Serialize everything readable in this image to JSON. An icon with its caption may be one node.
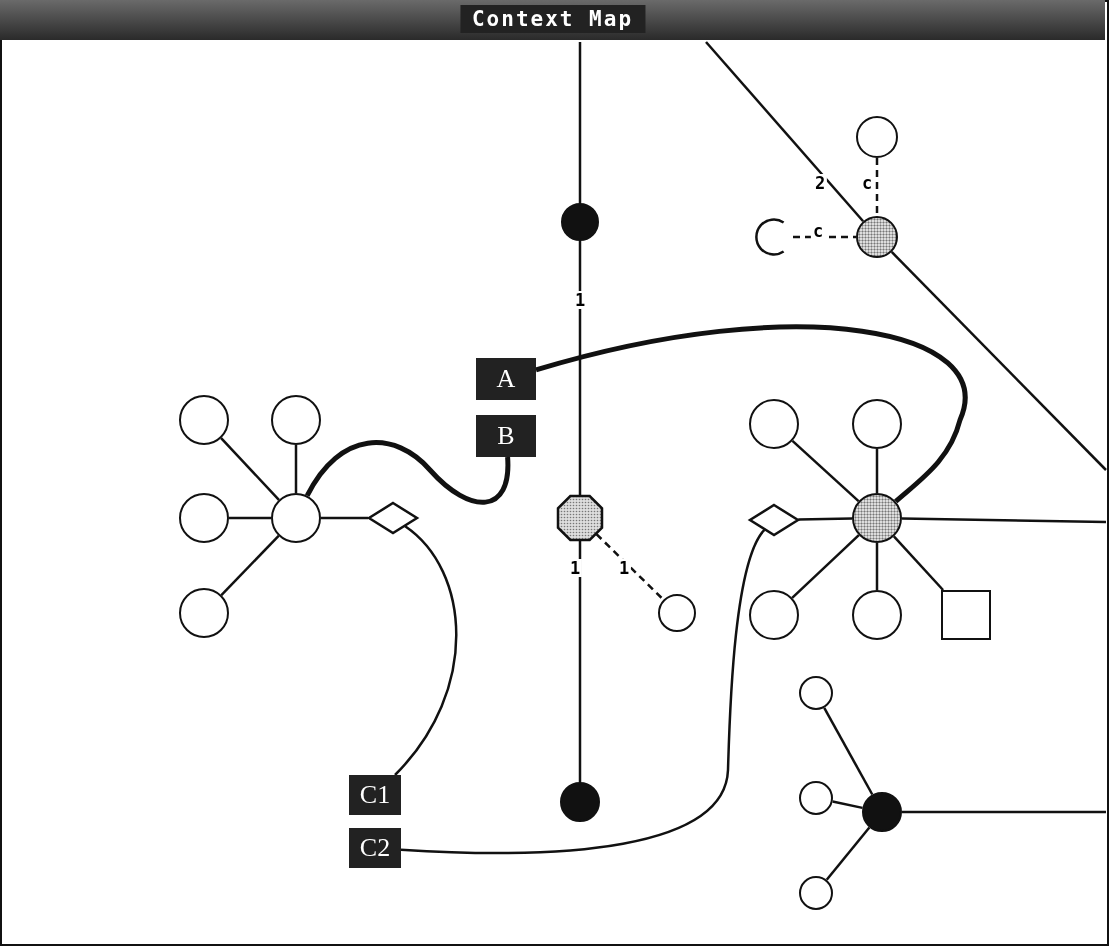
{
  "diagram": {
    "title": "Context Map",
    "nodes": [
      {
        "text": [],
        "shape": "circle"
      },
      {
        "text": [],
        "shape": "octagon"
      },
      {
        "text": [],
        "shape": "circle"
      },
      {
        "text": [],
        "shape": "circle"
      },
      {
        "text": [],
        "shape": "circle"
      },
      {
        "text": [],
        "shape": "circle"
      },
      {
        "text": [],
        "shape": "arc"
      },
      {
        "text": [],
        "shape": "circle"
      },
      {
        "text": [],
        "shape": "circle"
      },
      {
        "text": [],
        "shape": "circle"
      },
      {
        "text": [],
        "shape": "circle"
      },
      {
        "text": [],
        "shape": "circle"
      },
      {
        "text": [],
        "shape": "diamond"
      },
      {
        "text": [
          "A"
        ]
      },
      {
        "text": [
          "B"
        ]
      },
      {
        "text": [],
        "shape": "circle"
      },
      {
        "text": [],
        "shape": "circle"
      },
      {
        "text": [],
        "shape": "circle"
      },
      {
        "text": [],
        "shape": "diamond"
      },
      {
        "text": [],
        "shape": "circle"
      },
      {
        "text": [],
        "shape": "circle"
      },
      {
        "text": [],
        "shape": "box"
      },
      {
        "text": [],
        "shape": "circle"
      },
      {
        "text": [],
        "shape": "circle"
      },
      {
        "text": [],
        "shape": "circle"
      },
      {
        "text": [],
        "shape": "circle"
      },
      {
        "text": [
          "C1"
        ]
      },
      {
        "text": [
          "C2"
        ]
      }
    ],
    "edges": [
      {
        "from": null,
        "to": 0,
        "arrow": "none"
      },
      {
        "from": null,
        "to": 4,
        "arrow": "none",
        "label": "2"
      },
      {
        "from": 5,
        "to": 4,
        "arrow": "none",
        "label": "c",
        "style": "dashed"
      },
      {
        "from": 6,
        "to": 4,
        "arrow": "none",
        "label": "c",
        "style": "dashed"
      },
      {
        "from": 4,
        "to": null,
        "arrow": "none"
      },
      {
        "from": 0,
        "to": 1,
        "arrow": "none",
        "label": "1"
      },
      {
        "from": 1,
        "to": 2,
        "arrow": "none",
        "label": "1"
      },
      {
        "from": 1,
        "to": 3,
        "arrow": "none",
        "label": "1",
        "style": "dashed"
      },
      {
        "from": 13,
        "to": 15,
        "arrow": "none",
        "style": "thick"
      },
      {
        "from": 14,
        "to": 7,
        "arrow": "none",
        "style": "thick"
      },
      {
        "from": 7,
        "to": 8,
        "arrow": "none"
      },
      {
        "from": 7,
        "to": 9,
        "arrow": "none"
      },
      {
        "from": 7,
        "to": 10,
        "arrow": "none"
      },
      {
        "from": 7,
        "to": 11,
        "arrow": "none"
      },
      {
        "from": 7,
        "to": 12,
        "arrow": "none"
      },
      {
        "from": 12,
        "to": 26,
        "arrow": "none"
      },
      {
        "from": 15,
        "to": 16,
        "arrow": "none"
      },
      {
        "from": 15,
        "to": 17,
        "arrow": "none"
      },
      {
        "from": 15,
        "to": 18,
        "arrow": "none"
      },
      {
        "from": 15,
        "to": 19,
        "arrow": "none"
      },
      {
        "from": 15,
        "to": 20,
        "arrow": "none"
      },
      {
        "from": 15,
        "to": 21,
        "arrow": "none"
      },
      {
        "from": 15,
        "to": null,
        "arrow": "none"
      },
      {
        "from": 18,
        "to": 27,
        "arrow": "none"
      },
      {
        "from": 25,
        "to": 22,
        "arrow": "none"
      },
      {
        "from": 25,
        "to": 23,
        "arrow": "none"
      },
      {
        "from": 25,
        "to": 24,
        "arrow": "none"
      },
      {
        "from": 25,
        "to": null,
        "arrow": "none"
      }
    ]
  }
}
